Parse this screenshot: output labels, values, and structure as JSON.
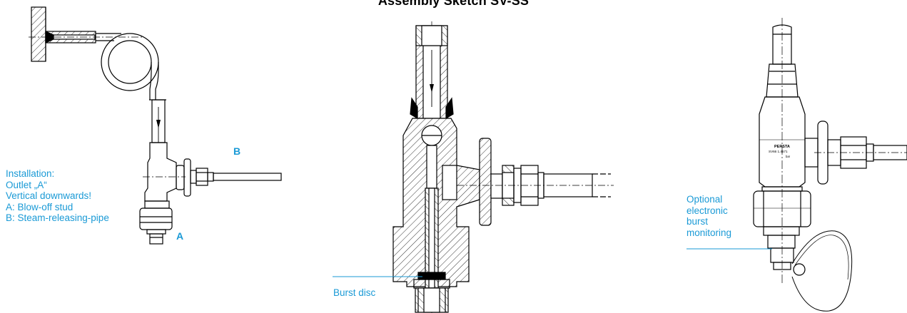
{
  "title": "Assembly Sketch SV-SS",
  "installation": {
    "lines": [
      "Installation:",
      "Outlet „A“",
      "Vertical downwards!",
      "A: Blow-off stud",
      "B: Steam-releasing-pipe"
    ]
  },
  "labels": {
    "a": "A",
    "b": "B",
    "burst_disc": "Burst disc",
    "optional_lines": [
      "Optional",
      "electronic",
      "burst",
      "monitoring"
    ]
  },
  "nameplate": {
    "brand": "PERSTA",
    "model": "SV66 1.4571",
    "unit": "bar"
  },
  "colors": {
    "accent": "#1a9ad6",
    "line": "#000000",
    "fill": "#ffffff",
    "weld": "#000000"
  }
}
